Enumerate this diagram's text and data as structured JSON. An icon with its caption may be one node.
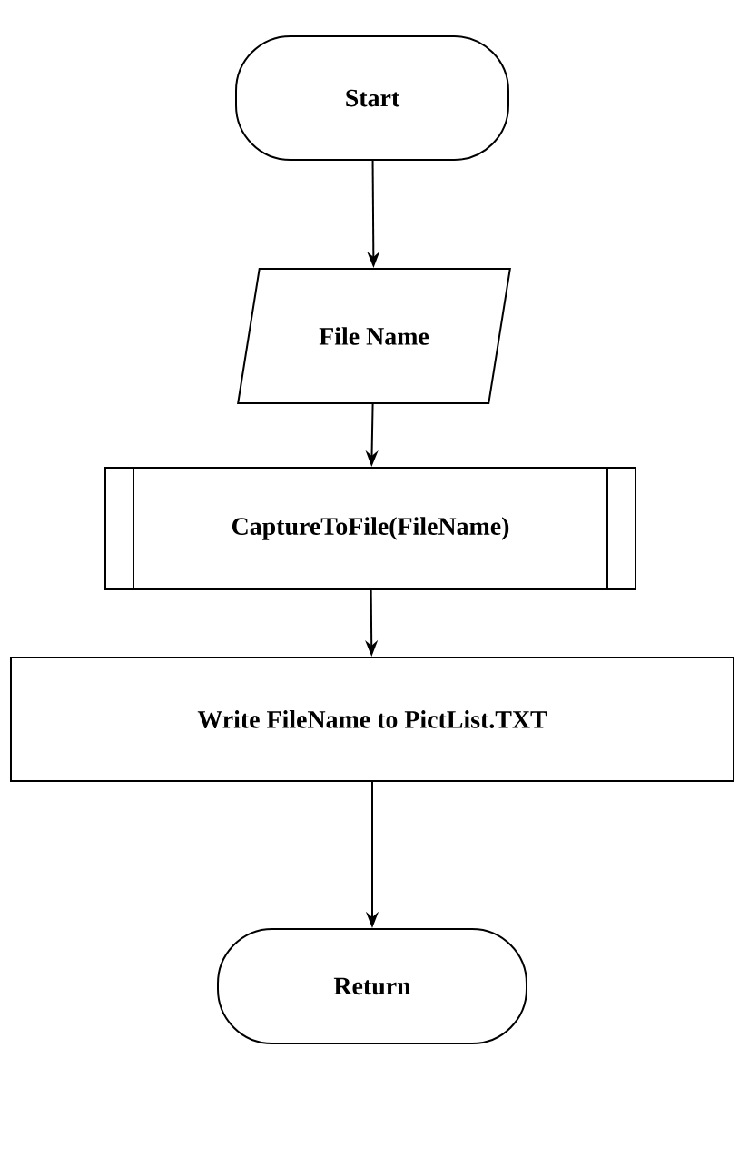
{
  "diagram": {
    "nodes": [
      {
        "text": [
          "Start"
        ]
      },
      {
        "text": [
          "File Name"
        ]
      },
      {
        "text": [
          "CaptureToFile(FileName)"
        ]
      },
      {
        "text": [
          "Write FileName to PictList.TXT"
        ]
      },
      {
        "text": [
          "Return"
        ]
      }
    ],
    "edges": [
      {
        "from": 0,
        "to": 1,
        "arrow": "to"
      },
      {
        "from": 1,
        "to": 2,
        "arrow": "to"
      },
      {
        "from": 2,
        "to": 3,
        "arrow": "to"
      },
      {
        "from": 3,
        "to": 4,
        "arrow": "to"
      }
    ]
  }
}
